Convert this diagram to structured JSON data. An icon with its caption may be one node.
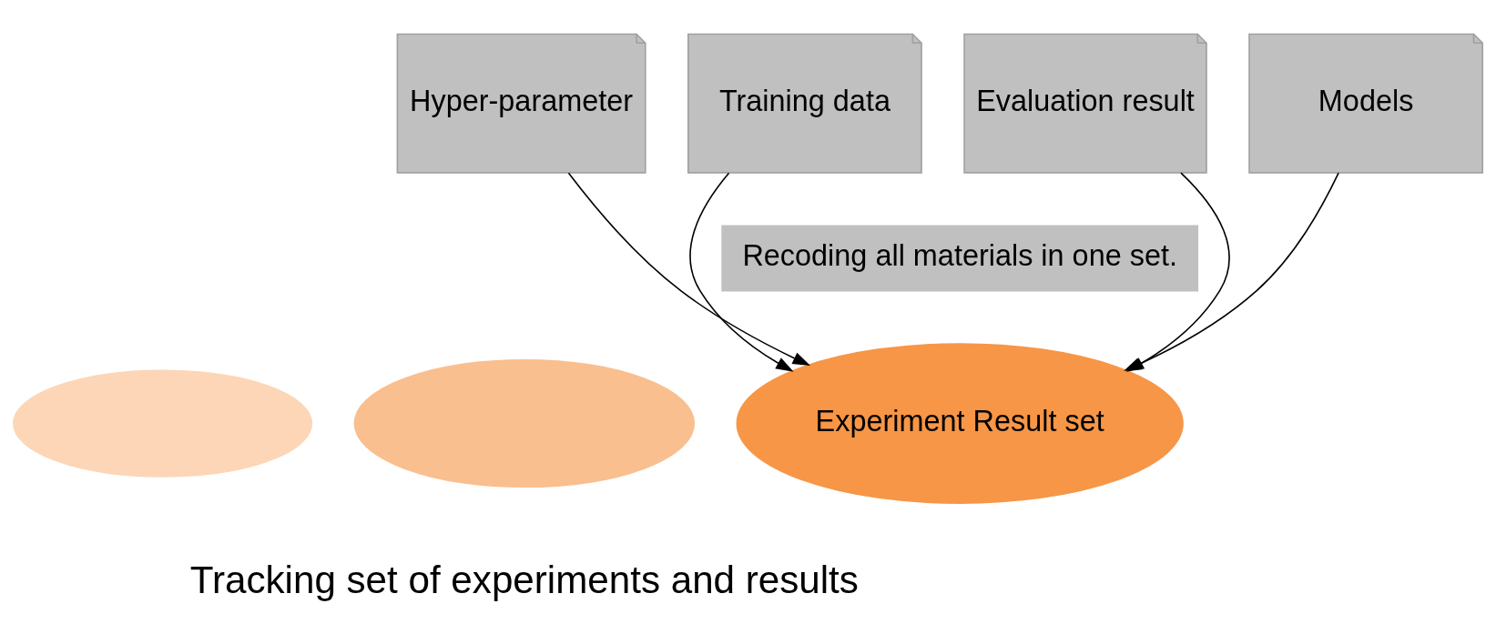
{
  "diagram": {
    "nodes": [
      {
        "text": [
          "Hyper-parameter"
        ]
      },
      {
        "text": [
          "Training data"
        ]
      },
      {
        "text": [
          "Evaluation result"
        ]
      },
      {
        "text": [
          "Models"
        ]
      },
      {
        "text": [
          "Recoding all materials in one set."
        ]
      },
      {
        "text": [],
        "shape": "ellipse"
      },
      {
        "text": [],
        "shape": "ellipse"
      },
      {
        "text": [
          "Experiment Result set"
        ]
      }
    ],
    "edges": [
      {
        "from": 0,
        "to": 7,
        "arrow": "to"
      },
      {
        "from": 1,
        "to": 7,
        "arrow": "to"
      },
      {
        "from": 2,
        "to": 7,
        "arrow": "to"
      },
      {
        "from": 3,
        "to": 7,
        "arrow": "to"
      }
    ],
    "labels": [
      "Tracking set of experiments and results"
    ]
  }
}
